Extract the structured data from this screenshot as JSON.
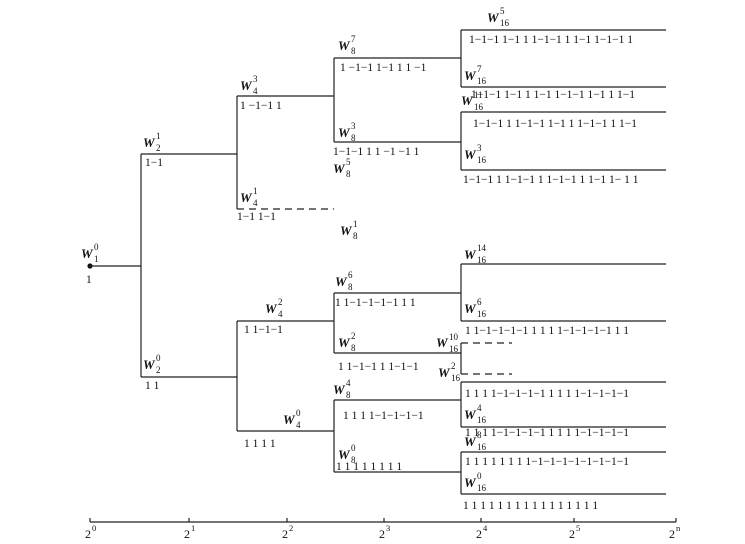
{
  "nodes": {
    "w1_0": {
      "letter": "W",
      "sub": "1",
      "sup": "0",
      "seq": "1"
    },
    "w2_1": {
      "letter": "W",
      "sub": "2",
      "sup": "1",
      "seq": "1−1"
    },
    "w2_0": {
      "letter": "W",
      "sub": "2",
      "sup": "0",
      "seq": "1  1"
    },
    "w4_3": {
      "letter": "W",
      "sub": "4",
      "sup": "3",
      "seq": "1 −1−1  1"
    },
    "w4_1": {
      "letter": "W",
      "sub": "4",
      "sup": "1",
      "seq": "1−1  1−1"
    },
    "w4_2": {
      "letter": "W",
      "sub": "4",
      "sup": "2",
      "seq": "1  1−1−1"
    },
    "w4_0": {
      "letter": "W",
      "sub": "4",
      "sup": "0",
      "seq": "1  1  1  1"
    },
    "w8_7": {
      "letter": "W",
      "sub": "8",
      "sup": "7",
      "seq": "1 −1−1  1−1  1  1 −1"
    },
    "w8_3": {
      "letter": "W",
      "sub": "8",
      "sup": "3",
      "seq": "1−1−1  1  1   −1 −1  1"
    },
    "w8_5": {
      "letter": "W",
      "sub": "8",
      "sup": "5",
      "seq": ""
    },
    "w8_1": {
      "letter": "W",
      "sub": "8",
      "sup": "1",
      "seq": ""
    },
    "w8_6": {
      "letter": "W",
      "sub": "8",
      "sup": "6",
      "seq": "1  1−1−1−1−1  1  1"
    },
    "w8_2": {
      "letter": "W",
      "sub": "8",
      "sup": "2",
      "seq": "1  1−1−1  1  1−1−1"
    },
    "w8_4": {
      "letter": "W",
      "sub": "8",
      "sup": "4",
      "seq": "1  1  1  1−1−1−1−1"
    },
    "w8_0": {
      "letter": "W",
      "sub": "8",
      "sup": "0",
      "seq": "1  1  1  1  1  1  1  1"
    },
    "w16_5": {
      "letter": "W",
      "sub": "16",
      "sup": "5",
      "seq": "1−1−1  1−1  1  1−1−1  1  1−1  1−1−1  1"
    },
    "w16_7": {
      "letter": "W",
      "sub": "16",
      "sup": "7",
      "seq": "1−1−1  1−1  1  1−1  1−1−1  1−1  1  1−1"
    },
    "w16_11": {
      "letter": "W",
      "sub": "16",
      "sup": "11",
      "seq": "1−1−1  1  1−1−1  1−1  1  1−1−1  1  1−1"
    },
    "w16_3": {
      "letter": "W",
      "sub": "16",
      "sup": "3",
      "seq": "1−1−1  1  1−1−1  1  1−1−1  1  1−1 1−  1  1"
    },
    "w16_14": {
      "letter": "W",
      "sub": "16",
      "sup": "14",
      "seq": ""
    },
    "w16_6": {
      "letter": "W",
      "sub": "16",
      "sup": "6",
      "seq": "1  1−1−1−1−1  1  1  1  1−1−1−1−1  1  1"
    },
    "w16_10": {
      "letter": "W",
      "sub": "16",
      "sup": "10",
      "seq": ""
    },
    "w16_2": {
      "letter": "W",
      "sub": "16",
      "sup": "2",
      "seq": ""
    },
    "w16_4": {
      "letter": "W",
      "sub": "16",
      "sup": "4",
      "seq": "1  1  1  1−1−1−1−1  1  1  1  1−1−1−1−1"
    },
    "w16_8": {
      "letter": "W",
      "sub": "16",
      "sup": "8",
      "seq": "1  1  1  1  1  1  1  1−1−1−1−1−1−1−1−1"
    },
    "w16_0": {
      "letter": "W",
      "sub": "16",
      "sup": "0",
      "seq": "1  1  1  1  1  1  1  1  1  1  1  1  1  1  1  1"
    },
    "w16_8_extra": {
      "seq": "1  1  1  1−1−1−1−1  1  1  1  1−1−1−1−1"
    }
  },
  "axis": {
    "ticks": [
      {
        "base": "2",
        "exp": "0"
      },
      {
        "base": "2",
        "exp": "1"
      },
      {
        "base": "2",
        "exp": "2"
      },
      {
        "base": "2",
        "exp": "3"
      },
      {
        "base": "2",
        "exp": "4"
      },
      {
        "base": "2",
        "exp": "5"
      },
      {
        "base": "2",
        "exp": "n"
      }
    ]
  }
}
